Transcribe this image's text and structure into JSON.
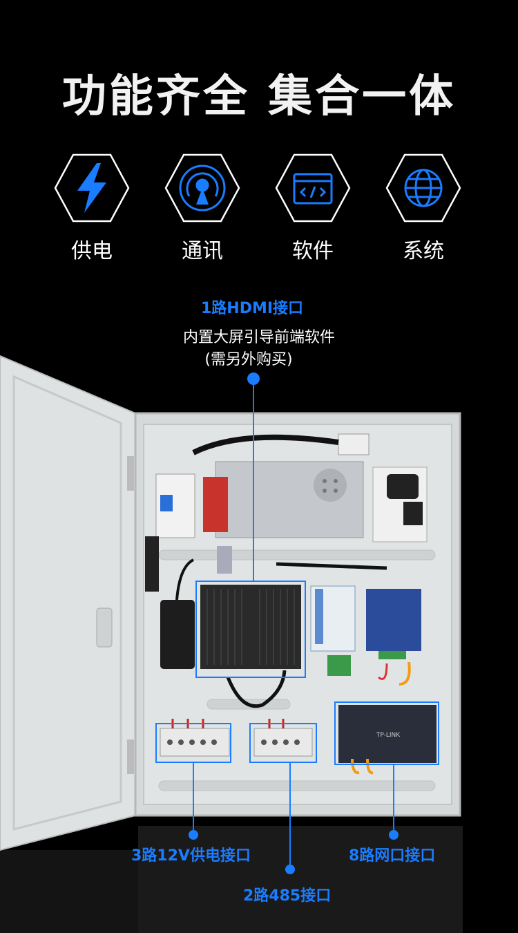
{
  "header": {
    "title": "功能齐全 集合一体"
  },
  "features": [
    {
      "label": "供电",
      "icon": "lightning-icon"
    },
    {
      "label": "通讯",
      "icon": "signal-tower-icon"
    },
    {
      "label": "软件",
      "icon": "code-window-icon"
    },
    {
      "label": "系统",
      "icon": "globe-icon"
    }
  ],
  "annotations": {
    "hdmi": {
      "title": "1路HDMI接口",
      "line1": "内置大屏引导前端软件",
      "line2": "(需另外购买)"
    },
    "power": {
      "title": "3路12V供电接口"
    },
    "rs485": {
      "title": "2路485接口"
    },
    "network": {
      "title": "8路网口接口"
    },
    "switch_brand": "TP-LINK"
  },
  "colors": {
    "accent": "#1a7cff",
    "background": "#000000",
    "cabinet": "#d9dcdc"
  }
}
